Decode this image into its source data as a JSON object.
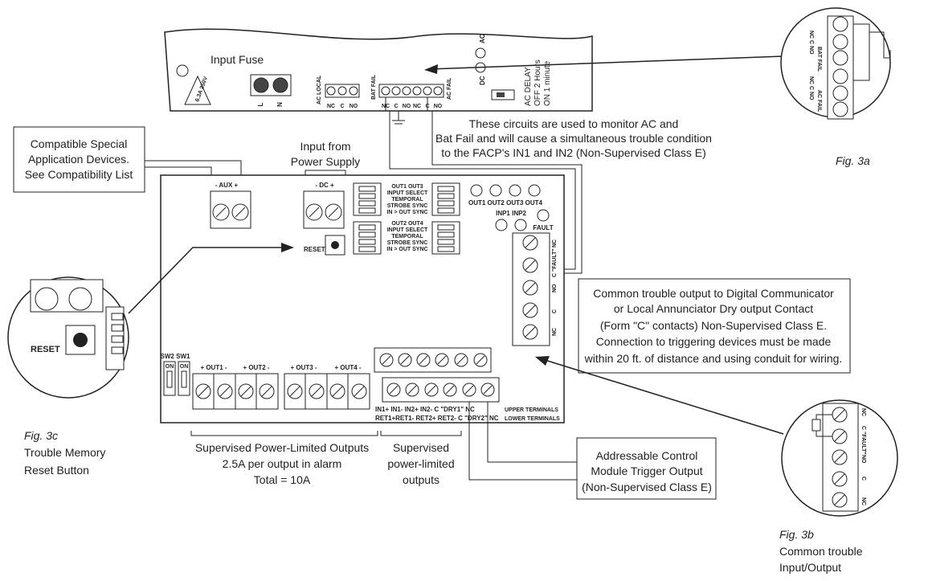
{
  "labels": {
    "input_fuse": "Input Fuse",
    "fuse_rating": "6.3A 250V",
    "ac_local": "AC LOCAL",
    "bat_fail_small": "BAT FAIL",
    "ac_fail_small": "AC FAIL",
    "nc": "NC",
    "c": "C",
    "no": "NO",
    "l": "L",
    "n": "N",
    "ac": "AC",
    "dc_led": "DC",
    "ac_delay": "AC DELAY",
    "off_2h": "OFF 2 Hours",
    "on_1m": "ON  1 minute",
    "monitor_note": [
      "These circuits are used to monitor AC and",
      "Bat Fail and will cause a simultaneous trouble condition",
      "to the FACP's IN1 and IN2 (Non-Supervised Class E)"
    ],
    "compatible_box": [
      "Compatible Special",
      "Application Devices.",
      "See Compatibility List"
    ],
    "input_ps": [
      "Input from",
      "Power Supply"
    ],
    "aux": "- AUX +",
    "dc": "- DC +",
    "out13_block": [
      "OUT1    OUT3",
      "INPUT SELECT",
      "TEMPORAL",
      "STROBE SYNC",
      "IN > OUT SYNC"
    ],
    "out24_block": [
      "OUT2    OUT4",
      "INPUT SELECT",
      "TEMPORAL",
      "STROBE SYNC",
      "IN > OUT SYNC"
    ],
    "out_leds": "OUT1 OUT2 OUT3 OUT4",
    "inp_leds": "INP1 INP2",
    "fault": "FAULT",
    "reset": "RESET",
    "fault_terms": [
      "NC",
      "C \"FAULT\"",
      "NO",
      "C",
      "NC"
    ],
    "common_trouble_box": [
      "Common trouble output to Digital Communicator",
      "or Local Annunciator Dry output Contact",
      "(Form \"C\" contacts) Non-Supervised Class E.",
      "Connection to triggering devices must be made",
      "within 20 ft. of distance and using conduit for wiring."
    ],
    "sw": "SW2 SW1",
    "on": "ON",
    "outs_row": [
      "+ OUT1 -",
      "+ OUT2 -",
      "+ OUT3 -",
      "+ OUT4 -"
    ],
    "upper_terms": "IN1+   IN1-   IN2+   IN2-  C \"DRY1\" NC",
    "lower_terms": "RET1+RET1- RET2+ RET2- C \"DRY2\" NC",
    "upper_label": "UPPER TERMINALS",
    "lower_label": "LOWER TERMINALS",
    "supervised_outputs": [
      "Supervised Power-Limited Outputs",
      "2.5A per output in alarm",
      "Total = 10A"
    ],
    "supervised_pl": [
      "Supervised",
      "power-limited",
      "outputs"
    ],
    "addressable_box": [
      "Addressable Control",
      "Module Trigger Output",
      "(Non-Supervised Class E)"
    ],
    "fig3a": "Fig. 3a",
    "fig3a_bat_fail": "BAT FAIL",
    "fig3a_ac_fail": "AC FAIL",
    "fig3a_ncno": "NC  C  NO",
    "fig3b": [
      "Fig. 3b",
      "Common trouble",
      "Input/Output"
    ],
    "fig3b_terms": [
      "NC",
      "C \"FAULT\"",
      "NO",
      "C",
      "NC"
    ],
    "fig3c": [
      "Fig. 3c",
      "Trouble Memory",
      "Reset Button"
    ],
    "fig3c_reset": "RESET"
  }
}
